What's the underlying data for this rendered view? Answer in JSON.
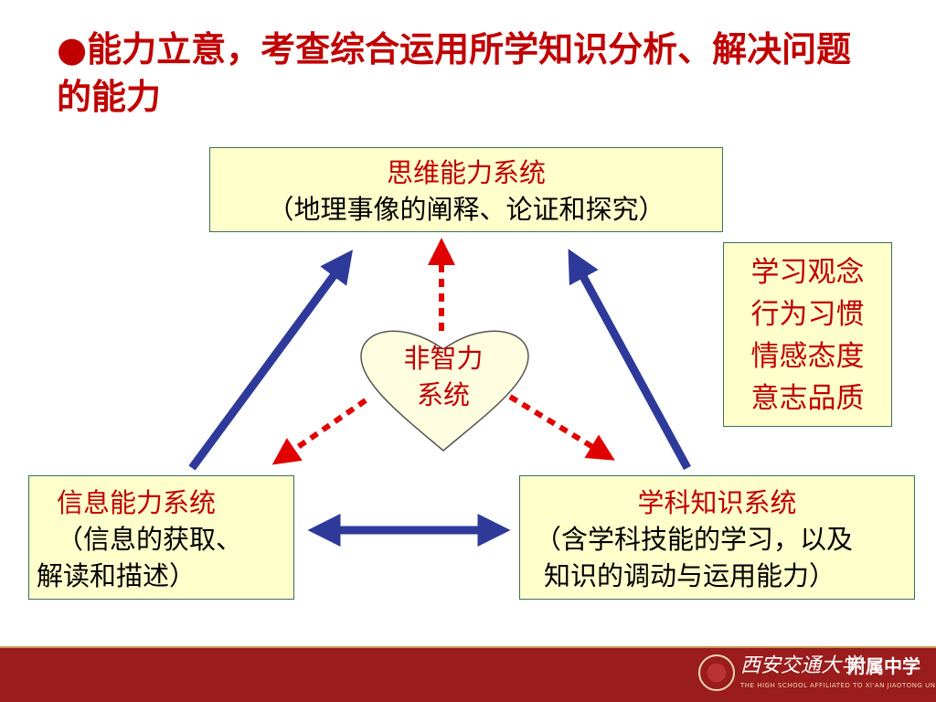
{
  "slide": {
    "title": "●能力立意，考查综合运用所学知识分析、解决问题的能力"
  },
  "boxes": {
    "thinking": {
      "title": "思维能力系统",
      "detail": "（地理事像的阐释、论证和探究）"
    },
    "info": {
      "title": "信息能力系统",
      "detail_line1": "（信息的获取、",
      "detail_line2": "解读和描述）"
    },
    "subject": {
      "title": "学科知识系统",
      "detail_line1": "（含学科技能的学习，以及",
      "detail_line2": "知识的调动与运用能力）"
    },
    "habits": {
      "lines": [
        "学习观念",
        "行为习惯",
        "情感态度",
        "意志品质"
      ]
    }
  },
  "heart": {
    "line1": "非智力",
    "line2": "系统"
  },
  "colors": {
    "title_red": "#c00000",
    "box_fill": "#ffffcc",
    "arrow_blue": "#2e3a9a",
    "dotted_red": "#e00000",
    "heart_fill": "#fffde0",
    "footer": "#9a1c1c"
  },
  "footer": {
    "logo_script": "西安交通大学",
    "logo_name": "附属中学",
    "logo_sub": "THE HIGH SCHOOL AFFILIATED TO XI'AN JIAOTONG UNIVERSITY"
  }
}
